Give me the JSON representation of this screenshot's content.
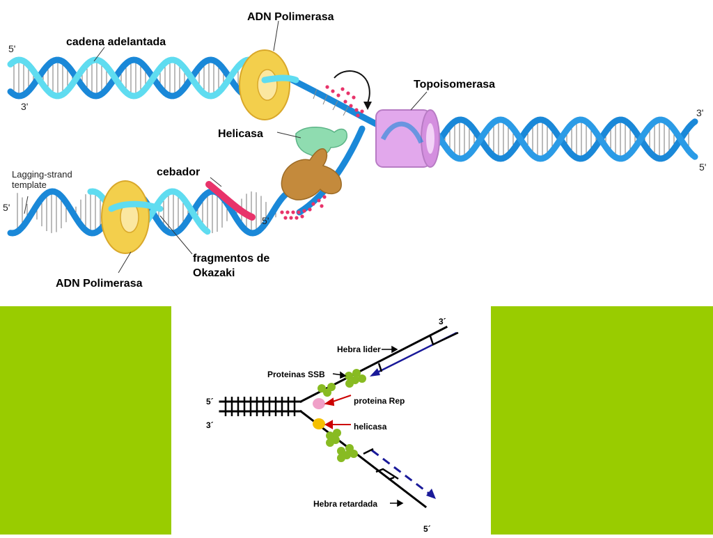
{
  "top_figure": {
    "labels": {
      "adn_polimerasa_top": "ADN Polimerasa",
      "cadena_adelantada": "cadena adelantada",
      "topoisomerasa": "Topoisomerasa",
      "helicasa": "Helicasa",
      "cebador": "cebador",
      "lagging_template_1": "Lagging-strand",
      "lagging_template_2": "template",
      "fragmentos_1": "fragmentos de",
      "fragmentos_2": "Okazaki",
      "adn_polimerasa_bottom": "ADN Polimerasa"
    },
    "ends": {
      "top_left_5": "5'",
      "top_left_3": "3'",
      "right_3": "3'",
      "right_5": "5'",
      "bottom_left_5": "5'",
      "primer_5": "5'"
    },
    "colors": {
      "strand_dark": "#1a88d8",
      "strand_light": "#5fdcf0",
      "primer": "#e8336a",
      "polymerase": "#f3cf4c",
      "topoisomerase": "#e2a8ec",
      "helicase": "#8fdcb0",
      "protein_brown": "#c48a3c",
      "dots": "#e8336a"
    }
  },
  "inset": {
    "labels": {
      "hebra_lider": "Hebra lider",
      "proteinas_ssb": "Proteinas SSB",
      "proteina_rep": "proteina Rep",
      "helicasa": "helicasa",
      "hebra_retardada": "Hebra retardada"
    },
    "ends": {
      "top_3": "3´",
      "left_5": "5´",
      "left_3": "3´",
      "bottom_5": "5´"
    },
    "colors": {
      "ssb": "#88bb22",
      "rep": "#f0a0c8",
      "helicase": "#f5c000",
      "new_strand": "#1a1a99",
      "pointer": "#cc0000"
    }
  },
  "side_panel_color": "#99cc00"
}
